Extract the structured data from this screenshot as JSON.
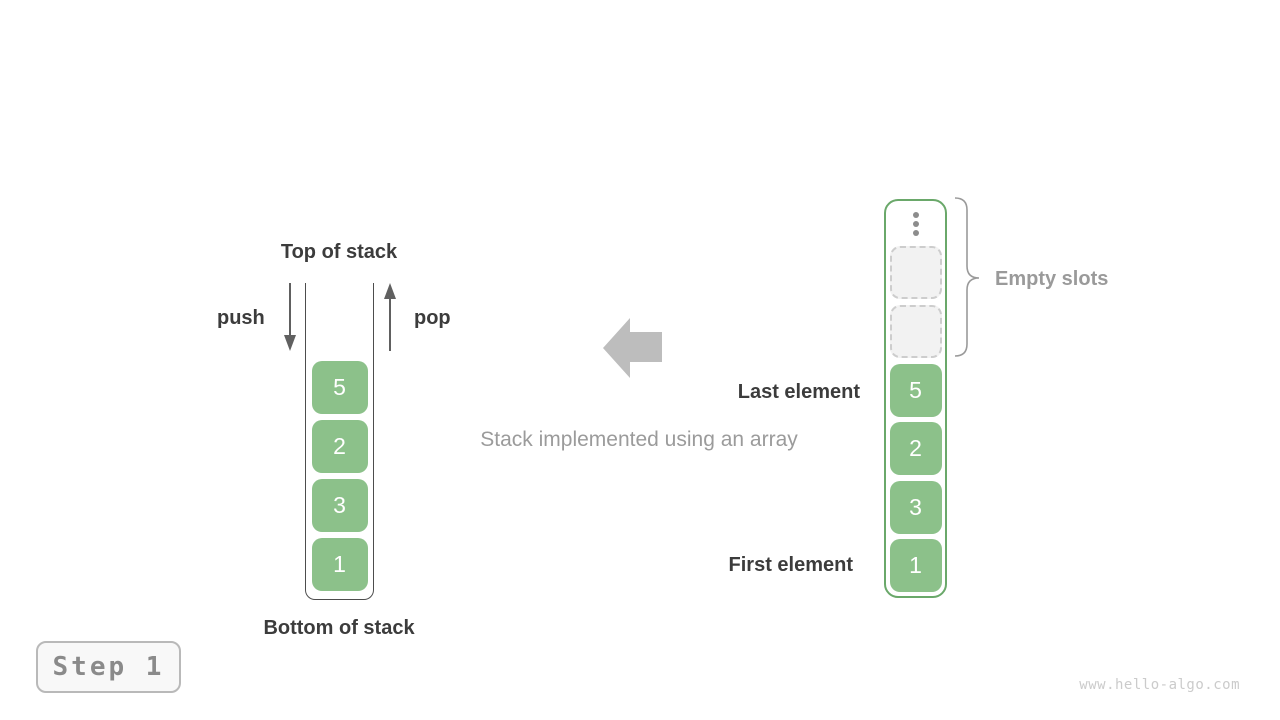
{
  "colors": {
    "cell_green": "#8CC18A",
    "array_border_green": "#6AA86A",
    "label_dark": "#3C3C3C",
    "label_gray": "#9A9A9A",
    "block_arrow_gray": "#BDBDBD",
    "empty_slot_fill": "#F2F2F2",
    "empty_slot_border": "#CDCDCD"
  },
  "stack": {
    "top_label": "Top of stack",
    "bottom_label": "Bottom of stack",
    "push_label": "push",
    "pop_label": "pop",
    "values": [
      "5",
      "2",
      "3",
      "1"
    ]
  },
  "caption": "Stack implemented using an array",
  "array": {
    "values": [
      "5",
      "2",
      "3",
      "1"
    ],
    "empty_slot_count": 2,
    "empty_slots_label": "Empty slots",
    "last_element_label": "Last element",
    "first_element_label": "First element"
  },
  "step_badge": {
    "label": "Step 1"
  },
  "watermark": "www.hello-algo.com"
}
